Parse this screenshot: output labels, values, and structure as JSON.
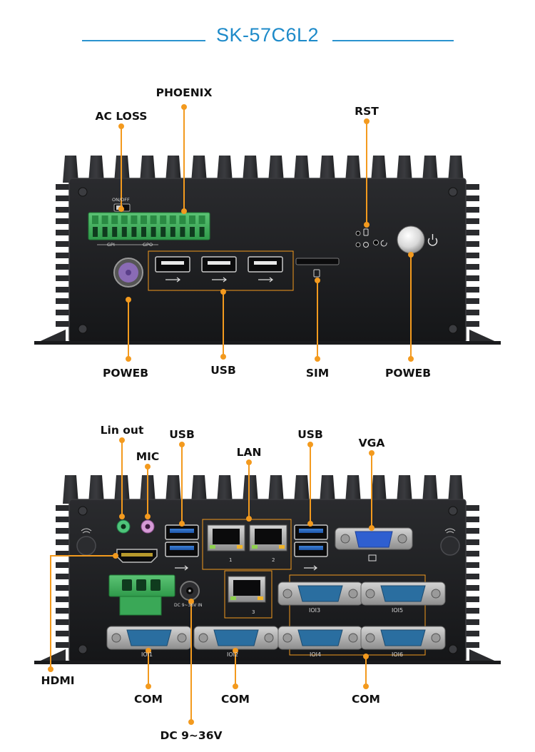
{
  "title": "SK-57C6L2",
  "colors": {
    "accent": "#1d8ac9",
    "pointer": "#f39a1e",
    "chassis": "#1e1f21",
    "terminal": "#3fae5a"
  },
  "front_panel": {
    "callouts": {
      "ac_loss": "AC LOSS",
      "phoenix": "PHOENIX",
      "rst": "RST",
      "power_left": "POWEB",
      "usb": "USB",
      "sim": "SIM",
      "power_right": "POWEB"
    },
    "silkscreen": {
      "on_off": "ON/OFF",
      "gpi": "GPI",
      "gpo": "GPO"
    }
  },
  "rear_panel": {
    "callouts": {
      "lin_out": "Lin out",
      "mic": "MIC",
      "usb_left": "USB",
      "lan": "LAN",
      "usb_right": "USB",
      "vga": "VGA",
      "hdmi": "HDMI",
      "com_1": "COM",
      "com_2": "COM",
      "com_3": "COM",
      "dc_in": "DC 9~36V"
    },
    "silkscreen": {
      "dc": "DC 9~36V IN",
      "ioi1": "IOI1",
      "ioi2": "IOI2",
      "ioi3": "IOI3",
      "ioi4": "IOI4",
      "ioi5": "IOI5",
      "ioi6": "IOI6",
      "lan1": "1",
      "lan2": "2",
      "lan3": "3"
    }
  }
}
